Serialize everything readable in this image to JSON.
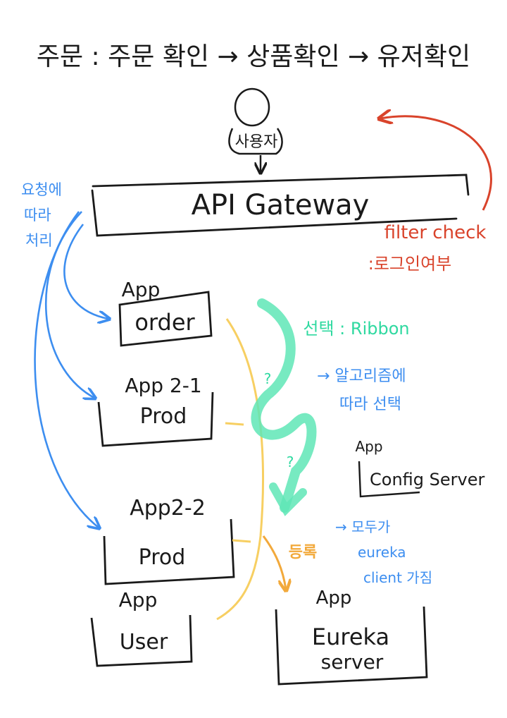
{
  "title": "주문 : 주문 확인 → 상품확인 → 유저확인",
  "user": {
    "label": "사용자"
  },
  "gateway": {
    "label": "API Gateway"
  },
  "annotations": {
    "route_note": [
      "요청에",
      "따라",
      "처리"
    ],
    "filter_line1": "filter check",
    "filter_line2": ":로그인여부",
    "select": "선택 : Ribbon",
    "algo_line1": "→ 알고리즘에",
    "algo_line2": "따라 선택",
    "question": "?",
    "register": "등록",
    "all_line1": "→ 모두가",
    "all_line2": "eureka",
    "all_line3": "client 가짐"
  },
  "boxes": {
    "order": {
      "tag": "App",
      "name": "order"
    },
    "prod1": {
      "tag": "App 2-1",
      "name": "Prod"
    },
    "prod2": {
      "tag": "App2-2",
      "name": "Prod"
    },
    "user": {
      "tag": "App",
      "name": "User"
    },
    "config": {
      "tag": "App",
      "name": "Config Server"
    },
    "eureka": {
      "tag": "App",
      "name": "Eureka",
      "name2": "server"
    }
  },
  "colors": {
    "ink": "#1a1a1a",
    "blue": "#3d8ef0",
    "red": "#d9432b",
    "green": "#2fd9a0",
    "yellow": "#f2a93b"
  }
}
